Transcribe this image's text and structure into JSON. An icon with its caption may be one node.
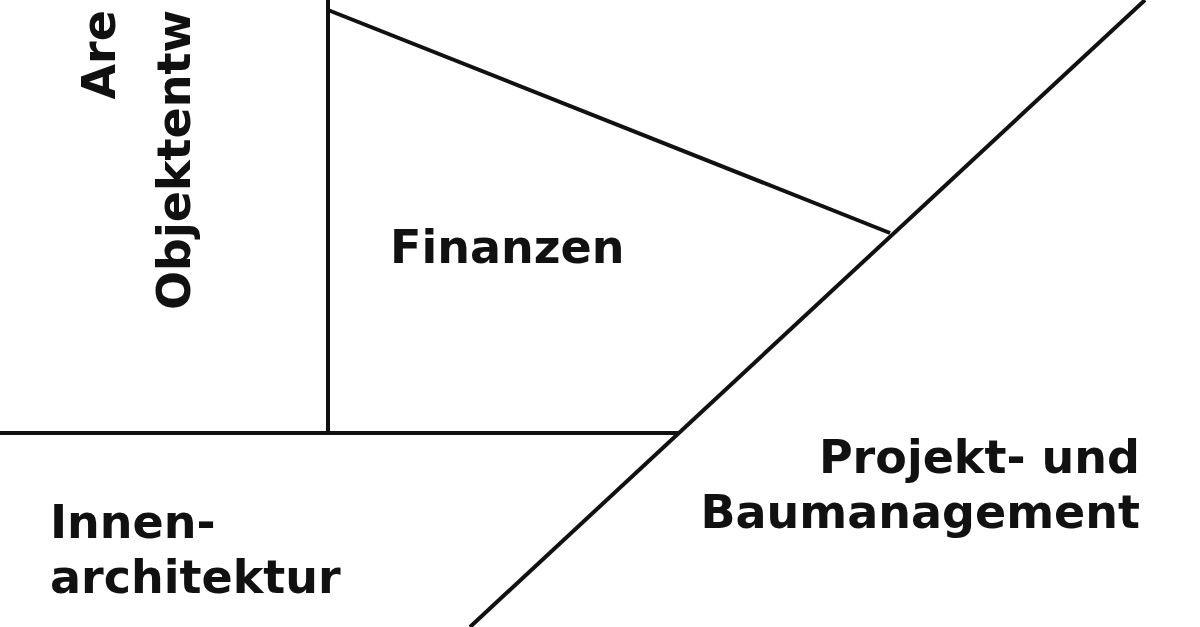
{
  "diagram": {
    "nodes": [
      {
        "text": [
          "Are",
          "Objektentw"
        ]
      },
      {
        "text": [
          "Finanzen"
        ]
      },
      {
        "text": [
          "Projekt- und Baumanagement"
        ]
      },
      {
        "text": [
          "Innen- architektur"
        ]
      }
    ]
  }
}
